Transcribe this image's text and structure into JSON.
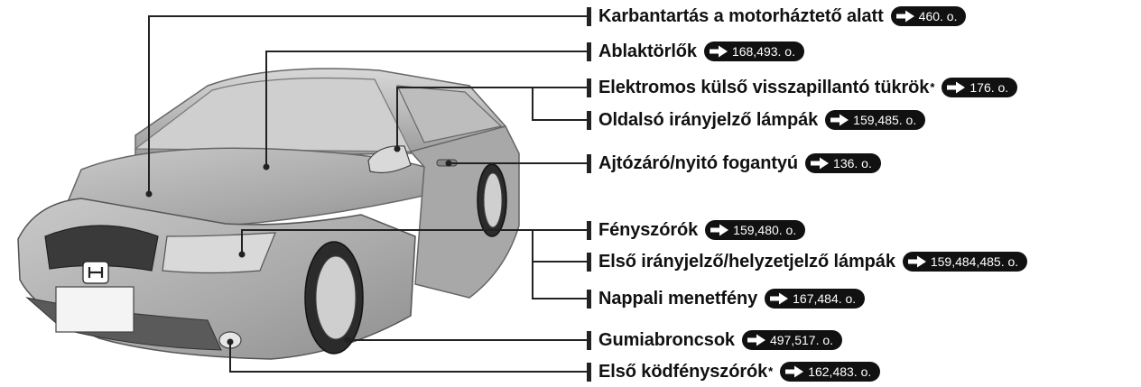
{
  "callouts": [
    {
      "label": "Karbantartás a motorháztető alatt",
      "ref": "460. o.",
      "asterisk": false
    },
    {
      "label": "Ablaktörlők",
      "ref": "168,493. o.",
      "asterisk": false
    },
    {
      "label": "Elektromos külső visszapillantó tükrök",
      "ref": "176. o.",
      "asterisk": true
    },
    {
      "label": "Oldalsó irányjelző lámpák",
      "ref": "159,485. o.",
      "asterisk": false
    },
    {
      "label": "Ajtózáró/nyitó fogantyú",
      "ref": "136. o.",
      "asterisk": false
    },
    {
      "label": "Fényszórók",
      "ref": "159,480. o.",
      "asterisk": false
    },
    {
      "label": "Első irányjelző/helyzetjelző lámpák",
      "ref": "159,484,485. o.",
      "asterisk": false
    },
    {
      "label": "Nappali menetfény",
      "ref": "167,484. o.",
      "asterisk": false
    },
    {
      "label": "Gumiabroncsok",
      "ref": "497,517. o.",
      "asterisk": false
    },
    {
      "label": "Első ködfényszórók",
      "ref": "162,483. o.",
      "asterisk": true
    }
  ],
  "asterisk_symbol": "*",
  "icons": {
    "reference_arrow": "arrow-right-icon",
    "brand_emblem": "honda-emblem-icon"
  },
  "colors": {
    "line": "#222222",
    "pill_bg": "#111111",
    "pill_text": "#ffffff",
    "car_body": "#b8b8b8"
  }
}
